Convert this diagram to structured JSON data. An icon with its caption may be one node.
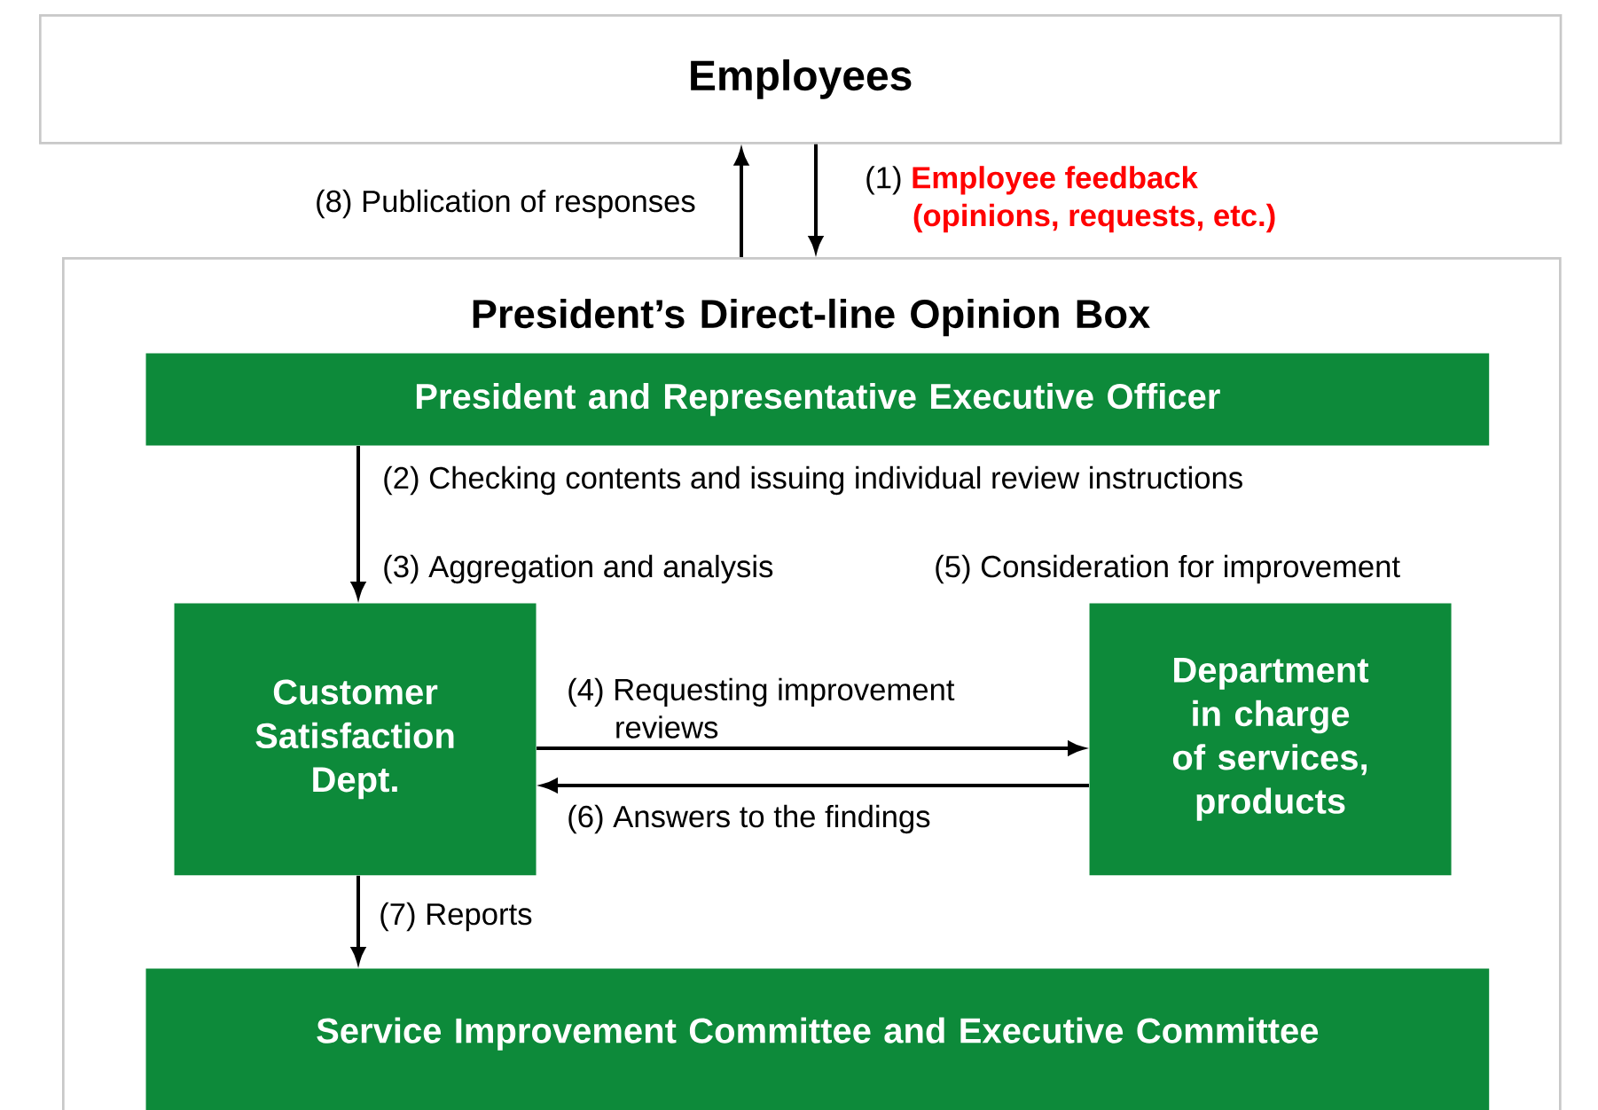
{
  "diagram": {
    "nodes": [
      {
        "text": [
          "Employees"
        ]
      },
      {
        "text": [
          "President’s Direct-line Opinion Box"
        ]
      },
      {
        "text": [
          "President and Representative Executive Officer"
        ],
        "in": 1
      },
      {
        "text": [
          "Customer Satisfaction Dept."
        ],
        "in": 1
      },
      {
        "text": [
          "Department in charge of services, products"
        ],
        "in": 1,
        "beside": [
          "(5) Consideration for improvement"
        ]
      },
      {
        "text": [
          "Service Improvement Committee and Executive Committee"
        ],
        "in": 1
      }
    ],
    "edges": [
      {
        "from": 1,
        "to": 0,
        "arrow": "to",
        "label": "(8) Publication of responses"
      },
      {
        "from": 0,
        "to": 1,
        "arrow": "to",
        "label": "(1) **Employee feedback (opinions, requests, etc.)**"
      },
      {
        "from": 2,
        "to": 3,
        "arrow": "to",
        "label": "(2) Checking contents and issuing individual review instructions"
      },
      {
        "from": 3,
        "to": 4,
        "arrow": "to",
        "label": "(4) Requesting improvement reviews"
      },
      {
        "from": 4,
        "to": 3,
        "arrow": "to",
        "label": "(6) Answers to the findings"
      },
      {
        "from": 3,
        "to": 5,
        "arrow": "to",
        "label": "(7) Reports"
      }
    ],
    "labels": [
      "(3) Aggregation and analysis"
    ]
  }
}
